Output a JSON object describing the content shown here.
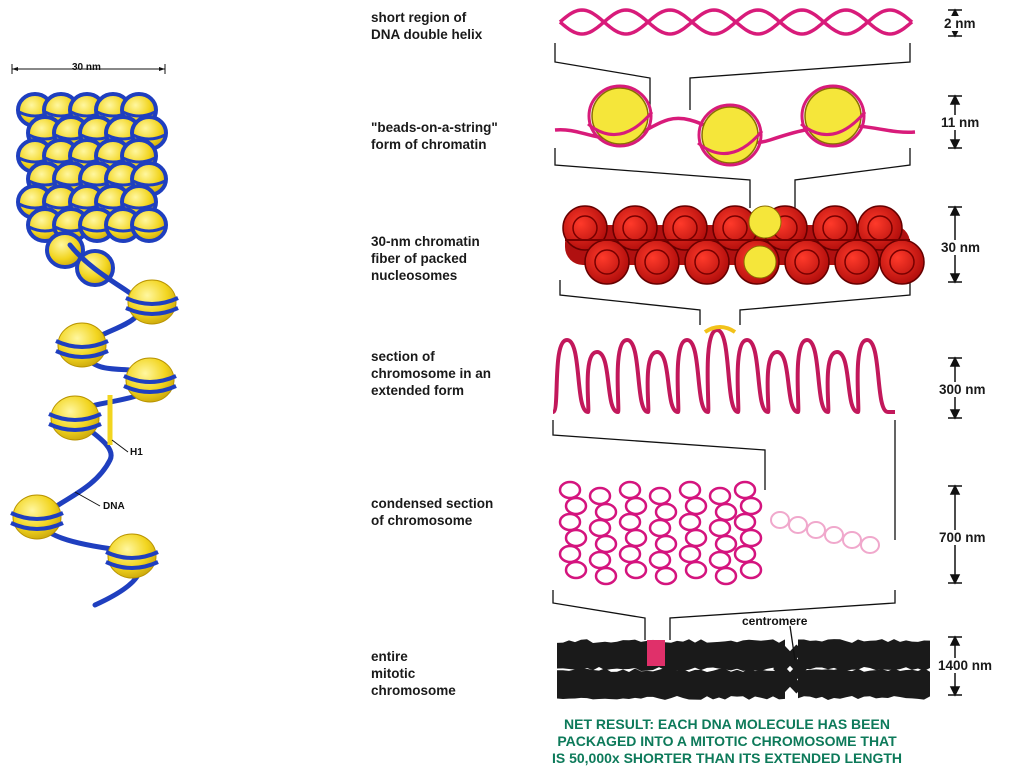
{
  "left_figure": {
    "scale_label": "30 nm",
    "h1_label": "H1",
    "dna_label": "DNA"
  },
  "levels": [
    {
      "label_lines": [
        "short region of",
        "DNA double helix"
      ],
      "scale": "2 nm"
    },
    {
      "label_lines": [
        "\"beads-on-a-string\"",
        "form of chromatin"
      ],
      "scale": "11 nm"
    },
    {
      "label_lines": [
        "30-nm chromatin",
        "fiber of packed",
        "nucleosomes"
      ],
      "scale": "30 nm"
    },
    {
      "label_lines": [
        "section of",
        "chromosome in an",
        "extended form"
      ],
      "scale": "300 nm"
    },
    {
      "label_lines": [
        "condensed section",
        "of chromosome"
      ],
      "scale": "700 nm"
    },
    {
      "label_lines": [
        "entire",
        "mitotic",
        "chromosome"
      ],
      "scale": "1400 nm"
    }
  ],
  "centromere_label": "centromere",
  "net_result": [
    "NET RESULT: EACH DNA MOLECULE HAS BEEN",
    "PACKAGED INTO A MITOTIC CHROMOSOME THAT",
    "IS 50,000x SHORTER THAN ITS EXTENDED LENGTH"
  ],
  "colors": {
    "dna": "#d81b7a",
    "bead": "#f5e63a",
    "fiber": "#e02020",
    "helix_blue": "#1f3fbf",
    "chromosome": "#1a1a1a",
    "net": "#0d7a5a"
  }
}
